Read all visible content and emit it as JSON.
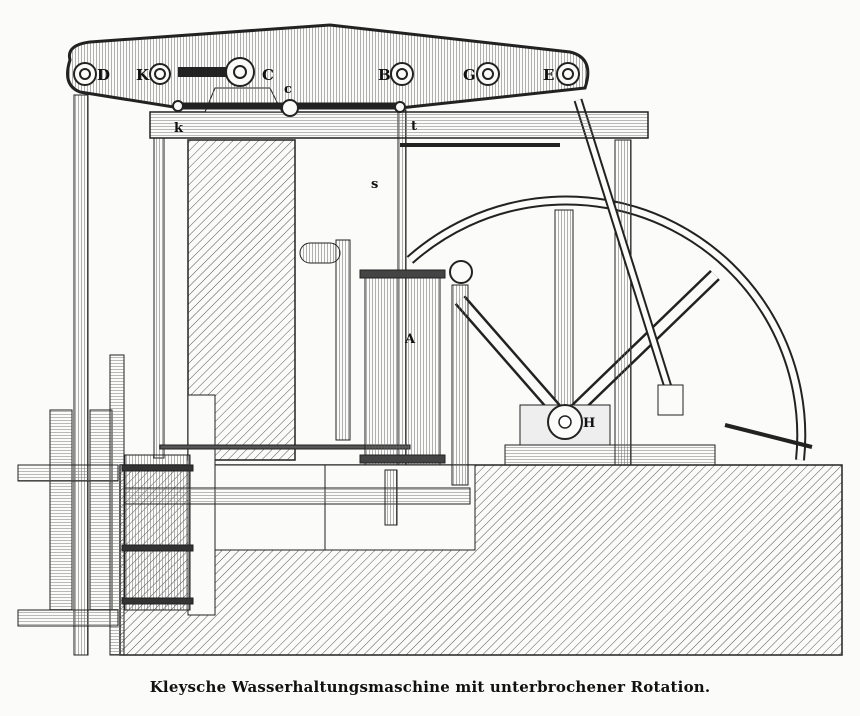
{
  "caption": "Kleysche Wasserhaltungsmaschine mit unterbrochener Rotation.",
  "labels": {
    "D": "D",
    "K": "K",
    "C": "C",
    "c": "c",
    "B": "B",
    "G": "G",
    "E": "E",
    "k": "k",
    "t": "t",
    "s": "s",
    "A": "A",
    "H": "H"
  }
}
